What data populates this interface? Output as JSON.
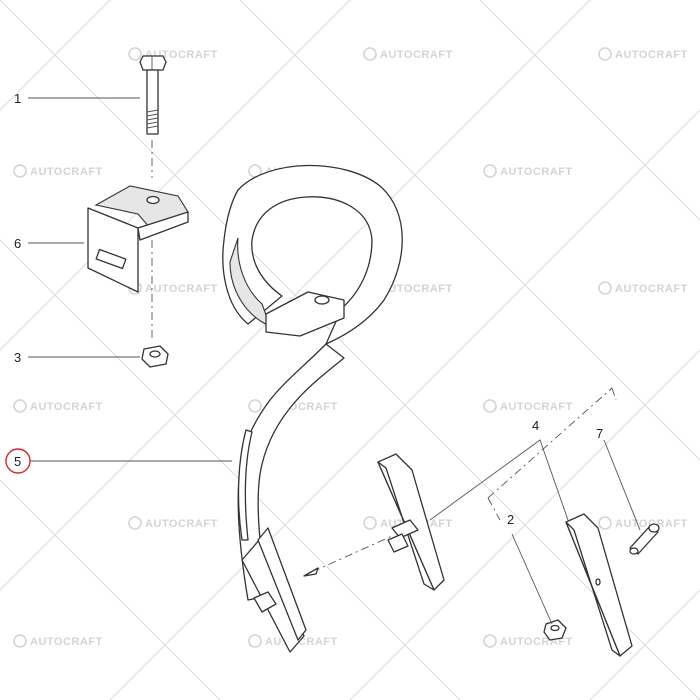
{
  "watermark": {
    "text": "AUTOCRAFT",
    "icon": "autocraft-logo-icon"
  },
  "callouts": {
    "c1": "1",
    "c2": "2",
    "c3": "3",
    "c4": "4",
    "c5": "5",
    "c6": "6",
    "c7": "7"
  },
  "colors": {
    "highlight": "#d9262c",
    "line": "#333333",
    "watermark": "#d4d4d4"
  }
}
